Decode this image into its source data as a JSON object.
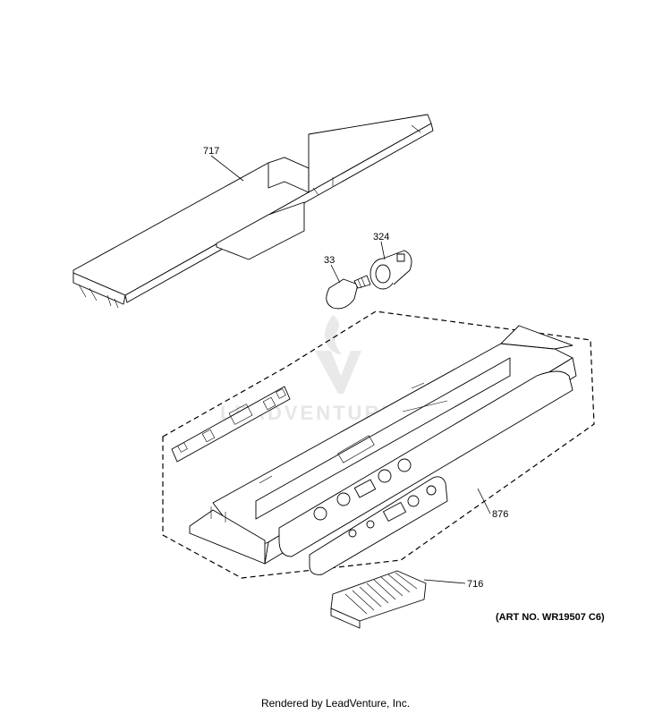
{
  "callouts": {
    "p717": "717",
    "p324": "324",
    "p33": "33",
    "p876": "876",
    "p716": "716"
  },
  "art_number": "(ART NO. WR19507 C6)",
  "footer": "Rendered by LeadVenture, Inc.",
  "watermark": {
    "text": "LEADVENTURE",
    "logo_icon": "leadventure-logo-icon"
  }
}
